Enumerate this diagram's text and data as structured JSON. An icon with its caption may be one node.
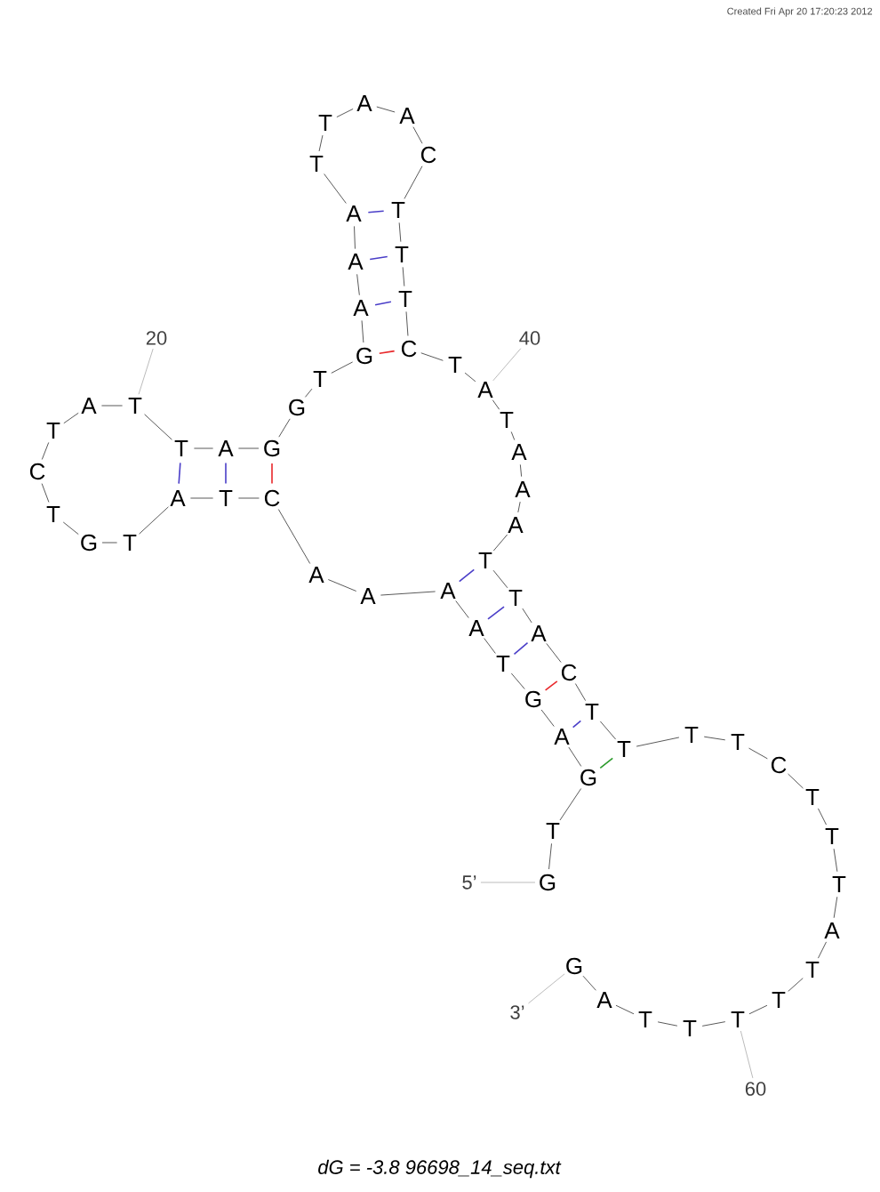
{
  "diagram": {
    "caption": "dG = -3.8 96698_14_seq.txt",
    "nodes": [
      {
        "text": [
          "G"
        ]
      },
      {
        "text": [
          "T"
        ]
      },
      {
        "text": [
          "G"
        ]
      },
      {
        "text": [
          "A"
        ]
      },
      {
        "text": [
          "G"
        ]
      },
      {
        "text": [
          "T"
        ]
      },
      {
        "text": [
          "A"
        ]
      },
      {
        "text": [
          "A"
        ]
      },
      {
        "text": [
          "A"
        ]
      },
      {
        "text": [
          "A"
        ]
      },
      {
        "text": [
          "C"
        ]
      },
      {
        "text": [
          "T"
        ]
      },
      {
        "text": [
          "A"
        ]
      },
      {
        "text": [
          "T"
        ]
      },
      {
        "text": [
          "G"
        ]
      },
      {
        "text": [
          "T"
        ]
      },
      {
        "text": [
          "C"
        ]
      },
      {
        "text": [
          "T"
        ]
      },
      {
        "text": [
          "A"
        ]
      },
      {
        "text": [
          "T"
        ]
      },
      {
        "text": [
          "T"
        ]
      },
      {
        "text": [
          "A"
        ]
      },
      {
        "text": [
          "G"
        ]
      },
      {
        "text": [
          "G"
        ]
      },
      {
        "text": [
          "T"
        ]
      },
      {
        "text": [
          "G"
        ]
      },
      {
        "text": [
          "A"
        ]
      },
      {
        "text": [
          "A"
        ]
      },
      {
        "text": [
          "A"
        ]
      },
      {
        "text": [
          "T"
        ]
      },
      {
        "text": [
          "T"
        ]
      },
      {
        "text": [
          "A"
        ]
      },
      {
        "text": [
          "A"
        ]
      },
      {
        "text": [
          "C"
        ]
      },
      {
        "text": [
          "T"
        ]
      },
      {
        "text": [
          "T"
        ]
      },
      {
        "text": [
          "T"
        ]
      },
      {
        "text": [
          "C"
        ]
      },
      {
        "text": [
          "T"
        ]
      },
      {
        "text": [
          "A"
        ]
      },
      {
        "text": [
          "T"
        ]
      },
      {
        "text": [
          "A"
        ]
      },
      {
        "text": [
          "A"
        ]
      },
      {
        "text": [
          "A"
        ]
      },
      {
        "text": [
          "T"
        ]
      },
      {
        "text": [
          "T"
        ]
      },
      {
        "text": [
          "A"
        ]
      },
      {
        "text": [
          "C"
        ]
      },
      {
        "text": [
          "T"
        ]
      },
      {
        "text": [
          "T"
        ]
      },
      {
        "text": [
          "T"
        ]
      },
      {
        "text": [
          "T"
        ]
      },
      {
        "text": [
          "C"
        ]
      },
      {
        "text": [
          "T"
        ]
      },
      {
        "text": [
          "T"
        ]
      },
      {
        "text": [
          "T"
        ]
      },
      {
        "text": [
          "A"
        ]
      },
      {
        "text": [
          "T"
        ]
      },
      {
        "text": [
          "T"
        ]
      },
      {
        "text": [
          "T"
        ]
      },
      {
        "text": [
          "T"
        ]
      },
      {
        "text": [
          "T"
        ]
      },
      {
        "text": [
          "A"
        ]
      },
      {
        "text": [
          "G"
        ]
      },
      {
        "text": [
          "5’"
        ]
      },
      {
        "text": [
          "20"
        ]
      },
      {
        "text": [
          "40"
        ]
      },
      {
        "text": [
          "60"
        ]
      },
      {
        "text": [
          "3’"
        ]
      }
    ],
    "edges": [
      {
        "from": 0,
        "to": 1,
        "arrow": "none"
      },
      {
        "from": 1,
        "to": 2,
        "arrow": "none"
      },
      {
        "from": 2,
        "to": 3,
        "arrow": "none"
      },
      {
        "from": 3,
        "to": 4,
        "arrow": "none"
      },
      {
        "from": 4,
        "to": 5,
        "arrow": "none"
      },
      {
        "from": 5,
        "to": 6,
        "arrow": "none"
      },
      {
        "from": 6,
        "to": 7,
        "arrow": "none"
      },
      {
        "from": 7,
        "to": 8,
        "arrow": "none"
      },
      {
        "from": 8,
        "to": 9,
        "arrow": "none"
      },
      {
        "from": 9,
        "to": 10,
        "arrow": "none"
      },
      {
        "from": 10,
        "to": 11,
        "arrow": "none"
      },
      {
        "from": 11,
        "to": 12,
        "arrow": "none"
      },
      {
        "from": 12,
        "to": 13,
        "arrow": "none"
      },
      {
        "from": 13,
        "to": 14,
        "arrow": "none"
      },
      {
        "from": 14,
        "to": 15,
        "arrow": "none"
      },
      {
        "from": 15,
        "to": 16,
        "arrow": "none"
      },
      {
        "from": 16,
        "to": 17,
        "arrow": "none"
      },
      {
        "from": 17,
        "to": 18,
        "arrow": "none"
      },
      {
        "from": 18,
        "to": 19,
        "arrow": "none"
      },
      {
        "from": 19,
        "to": 20,
        "arrow": "none"
      },
      {
        "from": 20,
        "to": 21,
        "arrow": "none"
      },
      {
        "from": 21,
        "to": 22,
        "arrow": "none"
      },
      {
        "from": 22,
        "to": 23,
        "arrow": "none"
      },
      {
        "from": 23,
        "to": 24,
        "arrow": "none"
      },
      {
        "from": 24,
        "to": 25,
        "arrow": "none"
      },
      {
        "from": 25,
        "to": 26,
        "arrow": "none"
      },
      {
        "from": 26,
        "to": 27,
        "arrow": "none"
      },
      {
        "from": 27,
        "to": 28,
        "arrow": "none"
      },
      {
        "from": 28,
        "to": 29,
        "arrow": "none"
      },
      {
        "from": 29,
        "to": 30,
        "arrow": "none"
      },
      {
        "from": 30,
        "to": 31,
        "arrow": "none"
      },
      {
        "from": 31,
        "to": 32,
        "arrow": "none"
      },
      {
        "from": 32,
        "to": 33,
        "arrow": "none"
      },
      {
        "from": 33,
        "to": 34,
        "arrow": "none"
      },
      {
        "from": 34,
        "to": 35,
        "arrow": "none"
      },
      {
        "from": 35,
        "to": 36,
        "arrow": "none"
      },
      {
        "from": 36,
        "to": 37,
        "arrow": "none"
      },
      {
        "from": 37,
        "to": 38,
        "arrow": "none"
      },
      {
        "from": 38,
        "to": 39,
        "arrow": "none"
      },
      {
        "from": 39,
        "to": 40,
        "arrow": "none"
      },
      {
        "from": 40,
        "to": 41,
        "arrow": "none"
      },
      {
        "from": 41,
        "to": 42,
        "arrow": "none"
      },
      {
        "from": 42,
        "to": 43,
        "arrow": "none"
      },
      {
        "from": 43,
        "to": 44,
        "arrow": "none"
      },
      {
        "from": 44,
        "to": 45,
        "arrow": "none"
      },
      {
        "from": 45,
        "to": 46,
        "arrow": "none"
      },
      {
        "from": 46,
        "to": 47,
        "arrow": "none"
      },
      {
        "from": 47,
        "to": 48,
        "arrow": "none"
      },
      {
        "from": 48,
        "to": 49,
        "arrow": "none"
      },
      {
        "from": 49,
        "to": 50,
        "arrow": "none"
      },
      {
        "from": 50,
        "to": 51,
        "arrow": "none"
      },
      {
        "from": 51,
        "to": 52,
        "arrow": "none"
      },
      {
        "from": 52,
        "to": 53,
        "arrow": "none"
      },
      {
        "from": 53,
        "to": 54,
        "arrow": "none"
      },
      {
        "from": 54,
        "to": 55,
        "arrow": "none"
      },
      {
        "from": 55,
        "to": 56,
        "arrow": "none"
      },
      {
        "from": 56,
        "to": 57,
        "arrow": "none"
      },
      {
        "from": 57,
        "to": 58,
        "arrow": "none"
      },
      {
        "from": 58,
        "to": 59,
        "arrow": "none"
      },
      {
        "from": 59,
        "to": 60,
        "arrow": "none"
      },
      {
        "from": 60,
        "to": 61,
        "arrow": "none"
      },
      {
        "from": 61,
        "to": 62,
        "arrow": "none"
      },
      {
        "from": 62,
        "to": 63,
        "arrow": "none"
      },
      {
        "from": 7,
        "to": 44,
        "arrow": "none",
        "color": "#4a3ec8"
      },
      {
        "from": 6,
        "to": 45,
        "arrow": "none",
        "color": "#4a3ec8"
      },
      {
        "from": 5,
        "to": 46,
        "arrow": "none",
        "color": "#4a3ec8"
      },
      {
        "from": 4,
        "to": 47,
        "arrow": "none",
        "color": "#e8282b"
      },
      {
        "from": 3,
        "to": 48,
        "arrow": "none",
        "color": "#4a3ec8"
      },
      {
        "from": 2,
        "to": 49,
        "arrow": "none",
        "color": "#2a9a2a"
      },
      {
        "from": 22,
        "to": 10,
        "arrow": "none",
        "color": "#e8282b"
      },
      {
        "from": 21,
        "to": 11,
        "arrow": "none",
        "color": "#4a3ec8"
      },
      {
        "from": 20,
        "to": 12,
        "arrow": "none",
        "color": "#4a3ec8"
      },
      {
        "from": 25,
        "to": 37,
        "arrow": "none",
        "color": "#e8282b"
      },
      {
        "from": 26,
        "to": 36,
        "arrow": "none",
        "color": "#4a3ec8"
      },
      {
        "from": 27,
        "to": 35,
        "arrow": "none",
        "color": "#4a3ec8"
      },
      {
        "from": 28,
        "to": 34,
        "arrow": "none",
        "color": "#4a3ec8"
      },
      {
        "from": 64,
        "to": 0,
        "arrow": "none",
        "color": "#aaaaaa"
      },
      {
        "from": 65,
        "to": 19,
        "arrow": "none",
        "color": "#aaaaaa"
      },
      {
        "from": 66,
        "to": 39,
        "arrow": "none",
        "color": "#aaaaaa"
      },
      {
        "from": 67,
        "to": 59,
        "arrow": "none",
        "color": "#aaaaaa"
      },
      {
        "from": 68,
        "to": 63,
        "arrow": "none",
        "color": "#aaaaaa"
      }
    ],
    "labels": [
      "Created Fri Apr 20 17:20:23 2012"
    ]
  }
}
